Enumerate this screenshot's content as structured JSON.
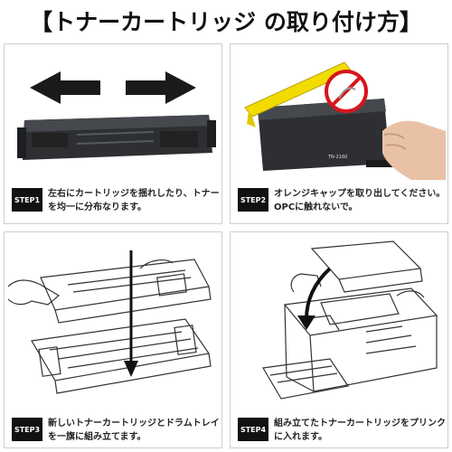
{
  "title": "【トナーカートリッジ の取り付け方】",
  "steps": [
    {
      "badge": "STEP1",
      "text": "左右にカートリッジを揺れしたり、トナーを均一に分布なります。"
    },
    {
      "badge": "STEP2",
      "text": "オレンジキャップを取り出してください。OPCに触れないで。"
    },
    {
      "badge": "STEP3",
      "text": "新しいトナーカートリッジとドラムトレイを一旗に組み立てます。"
    },
    {
      "badge": "STEP4",
      "text": "組み立てたトナーカートリッジをプリンクに入れます。"
    }
  ],
  "cartridge_label": "TN-2160",
  "icons": {
    "left_arrow": "left-arrow-icon",
    "right_arrow": "right-arrow-icon",
    "prohibited": "no-touch-icon",
    "down_arrow": "down-arrow-icon",
    "curved_arrow": "curved-arrow-icon"
  },
  "colors": {
    "cap": "#f2dc00",
    "prohibited": "#d8141b",
    "cartridge": "#2d2f33"
  }
}
